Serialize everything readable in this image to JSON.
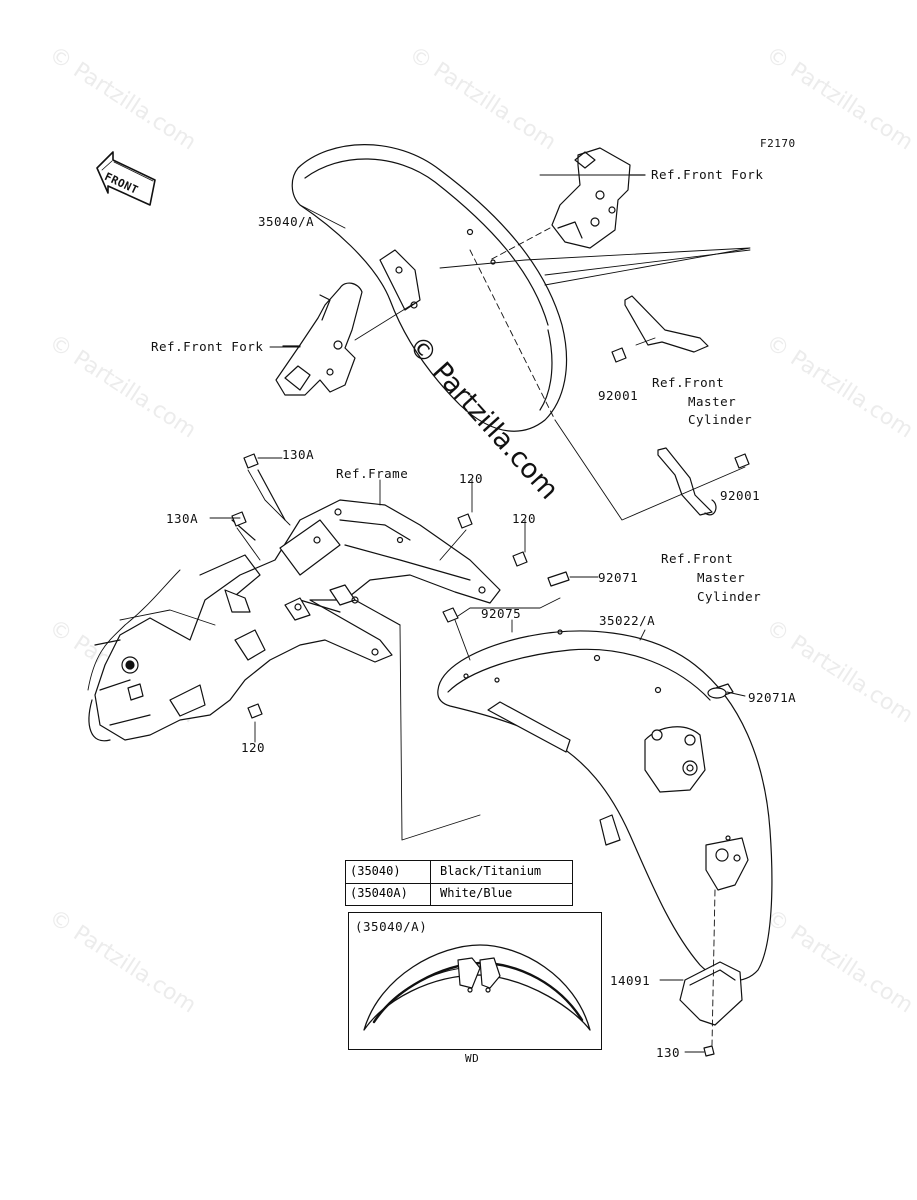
{
  "diagram": {
    "code": "F2170",
    "front_arrow_label": "FRONT",
    "watermark_text": "© Partzilla.com",
    "center_watermark_text": "© Partzilla.com"
  },
  "labels": {
    "front_fender_ref": "35040/A",
    "front_fork_upper": "Ref.Front Fork",
    "front_fork_left": "Ref.Front Fork",
    "bolt_92001_upper": "92001",
    "master_cyl_upper_1": "Ref.Front",
    "master_cyl_upper_2": "Master",
    "master_cyl_upper_3": "Cylinder",
    "bolt_92001_lower": "92001",
    "master_cyl_lower_1": "Ref.Front",
    "master_cyl_lower_2": "Master",
    "master_cyl_lower_3": "Cylinder",
    "bolt_130a_upper": "130A",
    "ref_frame": "Ref.Frame",
    "bolt_120_a": "120",
    "bolt_130a_lower": "130A",
    "bolt_120_b": "120",
    "part_92071": "92071",
    "part_92075": "92075",
    "rear_fender_ref": "35022/A",
    "part_92071a": "92071A",
    "bolt_120_c": "120",
    "part_14091": "14091",
    "bolt_130": "130"
  },
  "color_table": [
    {
      "code": "(35040)",
      "color": "Black/Titanium"
    },
    {
      "code": "(35040A)",
      "color": "White/Blue"
    }
  ],
  "inset": {
    "title": "(35040/A)",
    "caption": "WD"
  }
}
